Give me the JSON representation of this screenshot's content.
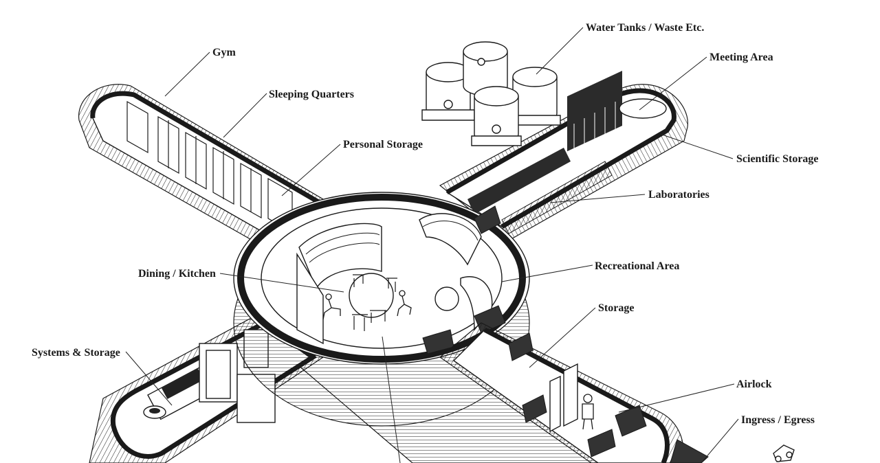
{
  "labels": {
    "gym": "Gym",
    "sleeping_quarters": "Sleeping Quarters",
    "personal_storage": "Personal Storage",
    "water_tanks": "Water Tanks / Waste Etc.",
    "meeting_area": "Meeting Area",
    "scientific_storage": "Scientific Storage",
    "laboratories": "Laboratories",
    "recreational_area": "Recreational Area",
    "dining_kitchen": "Dining / Kitchen",
    "storage": "Storage",
    "systems_storage": "Systems & Storage",
    "airlock": "Airlock",
    "ingress_egress": "Ingress / Egress"
  },
  "colors": {
    "line": "#1a1a1a",
    "background": "#ffffff",
    "dark_fill": "#333333"
  }
}
